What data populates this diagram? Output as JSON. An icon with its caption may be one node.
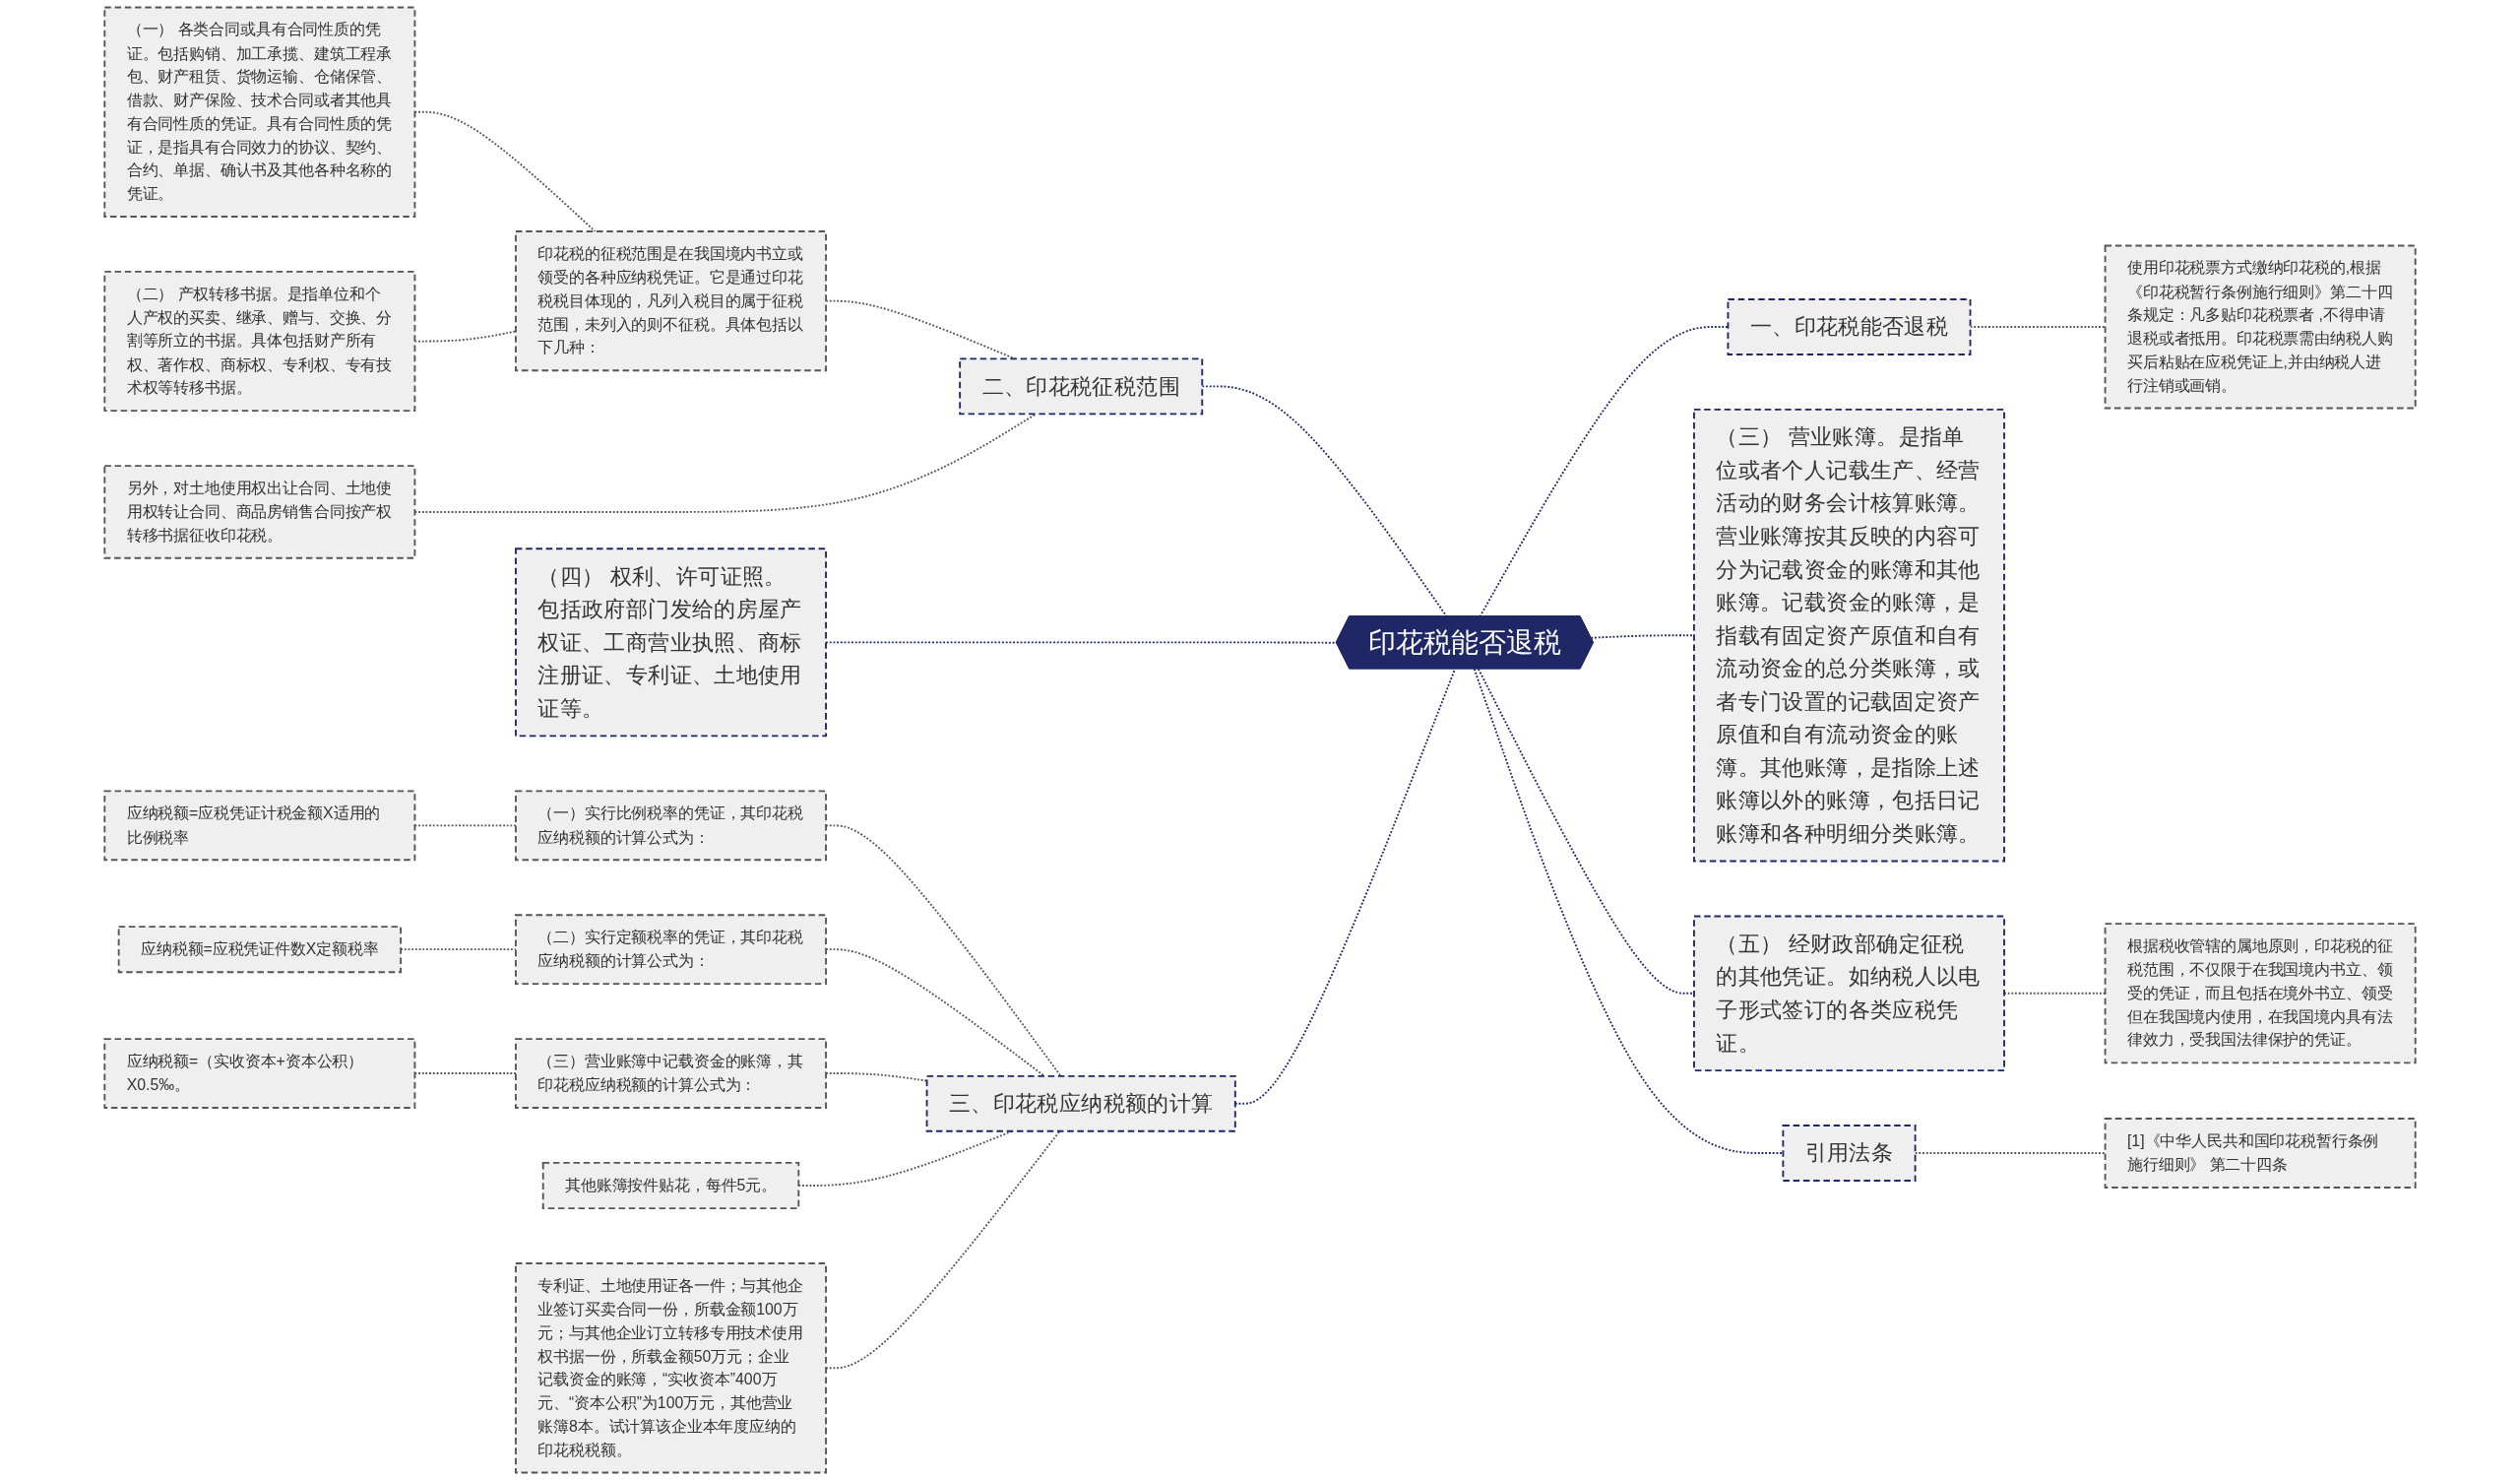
{
  "diagram": {
    "nodes": [
      {
        "text": [
          "印花税能否退税"
        ]
      },
      {
        "text": [
          "二、印花税征税范围"
        ]
      },
      {
        "text": [
          "印花税的征税范围是在我国境内书立或领受的各种应纳税凭证。它是通过印花税税目体现的，凡列入税目的属于征税范围，未列入的则不征税。具体包括以下几种："
        ]
      },
      {
        "text": [
          "（一） 各类合同或具有合同性质的凭证。包括购销、加工承揽、建筑工程承包、财产租赁、货物运输、仓储保管、借款、财产保险、技术合同或者其他具有合同性质的凭证。具有合同性质的凭证，是指具有合同效力的协议、契约、合约、单据、确认书及其他各种名称的凭证。"
        ]
      },
      {
        "text": [
          "（二） 产权转移书据。是指单位和个人产权的买卖、继承、赠与、交换、分割等所立的书据。具体包括财产所有权、著作权、商标权、专利权、专有技术权等转移书据。"
        ]
      },
      {
        "text": [
          "另外，对土地使用权出让合同、土地使用权转让合同、商品房销售合同按产权转移书据征收印花税。"
        ]
      },
      {
        "text": [
          "（四） 权利、许可证照。包括政府部门发给的房屋产权证、工商营业执照、商标注册证、专利证、土地使用证等。"
        ]
      },
      {
        "text": [
          "三、印花税应纳税额的计算"
        ]
      },
      {
        "text": [
          "（一）实行比例税率的凭证，其印花税应纳税额的计算公式为："
        ]
      },
      {
        "text": [
          "应纳税额=应税凭证计税金额X适用的比例税率"
        ]
      },
      {
        "text": [
          "（二）实行定额税率的凭证，其印花税应纳税额的计算公式为："
        ]
      },
      {
        "text": [
          "应纳税额=应税凭证件数X定额税率"
        ]
      },
      {
        "text": [
          "（三）营业账簿中记载资金的账簿，其印花税应纳税额的计算公式为："
        ]
      },
      {
        "text": [
          "应纳税额=（实收资本+资本公积）X0.5‰。"
        ]
      },
      {
        "text": [
          "其他账簿按件贴花，每件5元。"
        ]
      },
      {
        "text": [
          "专利证、土地使用证各一件；与其他企业签订买卖合同一份，所载金额100万元；与其他企业订立转移专用技术使用权书据一份，所载金额50万元；企业记载资金的账簿，“实收资本”400万元、“资本公积”为100万元，其他营业账簿8本。试计算该企业本年度应纳的印花税税额。"
        ]
      },
      {
        "text": [
          "一、印花税能否退税"
        ]
      },
      {
        "text": [
          "使用印花税票方式缴纳印花税的,根据《印花税暂行条例施行细则》第二十四条规定：凡多贴印花税票者 ,不得申请退税或者抵用。印花税票需由纳税人购买后粘贴在应税凭证上,并由纳税人进行注销或画销。"
        ]
      },
      {
        "text": [
          "（三） 营业账簿。是指单位或者个人记载生产、经营活动的财务会计核算账簿。营业账簿按其反映的内容可分为记载资金的账簿和其他账簿。记载资金的账簿，是指载有固定资产原值和自有流动资金的总分类账簿，或者专门设置的记载固定资产原值和自有流动资金的账簿。其他账簿，是指除上述账簿以外的账簿，包括日记账簿和各种明细分类账簿。"
        ]
      },
      {
        "text": [
          "（五） 经财政部确定征税的其他凭证。如纳税人以电子形式签订的各类应税凭证。"
        ]
      },
      {
        "text": [
          "根据税收管辖的属地原则，印花税的征税范围，不仅限于在我国境内书立、领受的凭证，而且包括在境外书立、领受但在我国境内使用，在我国境内具有法律效力，受我国法律保护的凭证。"
        ]
      },
      {
        "text": [
          "引用法条"
        ]
      },
      {
        "text": [
          "[1]《中华人民共和国印花税暂行条例施行细则》 第二十四条"
        ]
      }
    ],
    "edges": [
      {
        "from": 3,
        "to": 2,
        "arrow": "none",
        "style": "dashed"
      },
      {
        "from": 4,
        "to": 2,
        "arrow": "none",
        "style": "dashed"
      },
      {
        "from": 2,
        "to": 1,
        "arrow": "none",
        "style": "dashed"
      },
      {
        "from": 5,
        "to": 1,
        "arrow": "none",
        "style": "dashed"
      },
      {
        "from": 1,
        "to": 0,
        "arrow": "none",
        "style": "dashed",
        "color": "#1f2766"
      },
      {
        "from": 6,
        "to": 0,
        "arrow": "none",
        "style": "dashed",
        "color": "#1f2766"
      },
      {
        "from": 9,
        "to": 8,
        "arrow": "none",
        "style": "dashed"
      },
      {
        "from": 8,
        "to": 7,
        "arrow": "none",
        "style": "dashed"
      },
      {
        "from": 11,
        "to": 10,
        "arrow": "none",
        "style": "dashed"
      },
      {
        "from": 10,
        "to": 7,
        "arrow": "none",
        "style": "dashed"
      },
      {
        "from": 13,
        "to": 12,
        "arrow": "none",
        "style": "dashed"
      },
      {
        "from": 12,
        "to": 7,
        "arrow": "none",
        "style": "dashed"
      },
      {
        "from": 14,
        "to": 7,
        "arrow": "none",
        "style": "dashed"
      },
      {
        "from": 15,
        "to": 7,
        "arrow": "none",
        "style": "dashed"
      },
      {
        "from": 7,
        "to": 0,
        "arrow": "none",
        "style": "dashed",
        "color": "#1f2766"
      },
      {
        "from": 0,
        "to": 16,
        "arrow": "none",
        "style": "dashed",
        "color": "#1f2766"
      },
      {
        "from": 16,
        "to": 17,
        "arrow": "none",
        "style": "dashed"
      },
      {
        "from": 0,
        "to": 18,
        "arrow": "none",
        "style": "dashed",
        "color": "#1f2766"
      },
      {
        "from": 0,
        "to": 19,
        "arrow": "none",
        "style": "dashed",
        "color": "#1f2766"
      },
      {
        "from": 19,
        "to": 20,
        "arrow": "none",
        "style": "dashed"
      },
      {
        "from": 0,
        "to": 21,
        "arrow": "none",
        "style": "dashed",
        "color": "#1f2766"
      },
      {
        "from": 21,
        "to": 22,
        "arrow": "none",
        "style": "dashed"
      }
    ]
  }
}
